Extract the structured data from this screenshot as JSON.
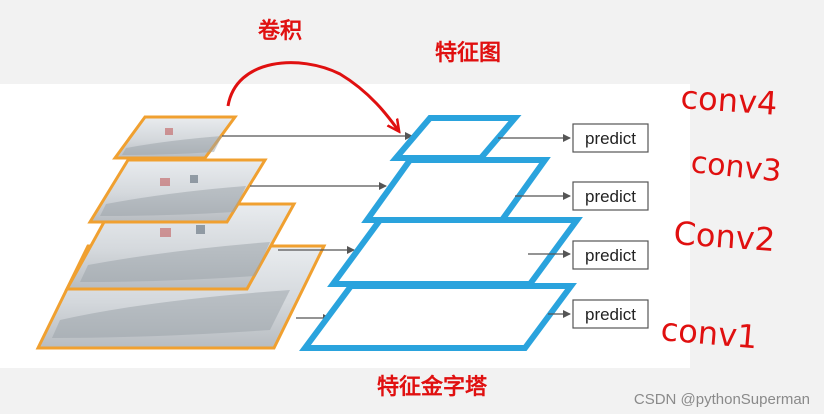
{
  "labels": {
    "convolution": "卷积",
    "feature_map": "特征图",
    "feature_pyramid": "特征金字塔",
    "predict": [
      "predict",
      "predict",
      "predict",
      "predict"
    ],
    "conv": [
      "conv4",
      "conv3",
      "Conv2",
      "conv1"
    ]
  },
  "watermark": "CSDN @pythonSuperman",
  "colors": {
    "image_border": "#f0a030",
    "feature_border": "#2aa3dd",
    "handwriting": "#e01010",
    "arrow": "#555555",
    "predict_border": "#555555"
  }
}
